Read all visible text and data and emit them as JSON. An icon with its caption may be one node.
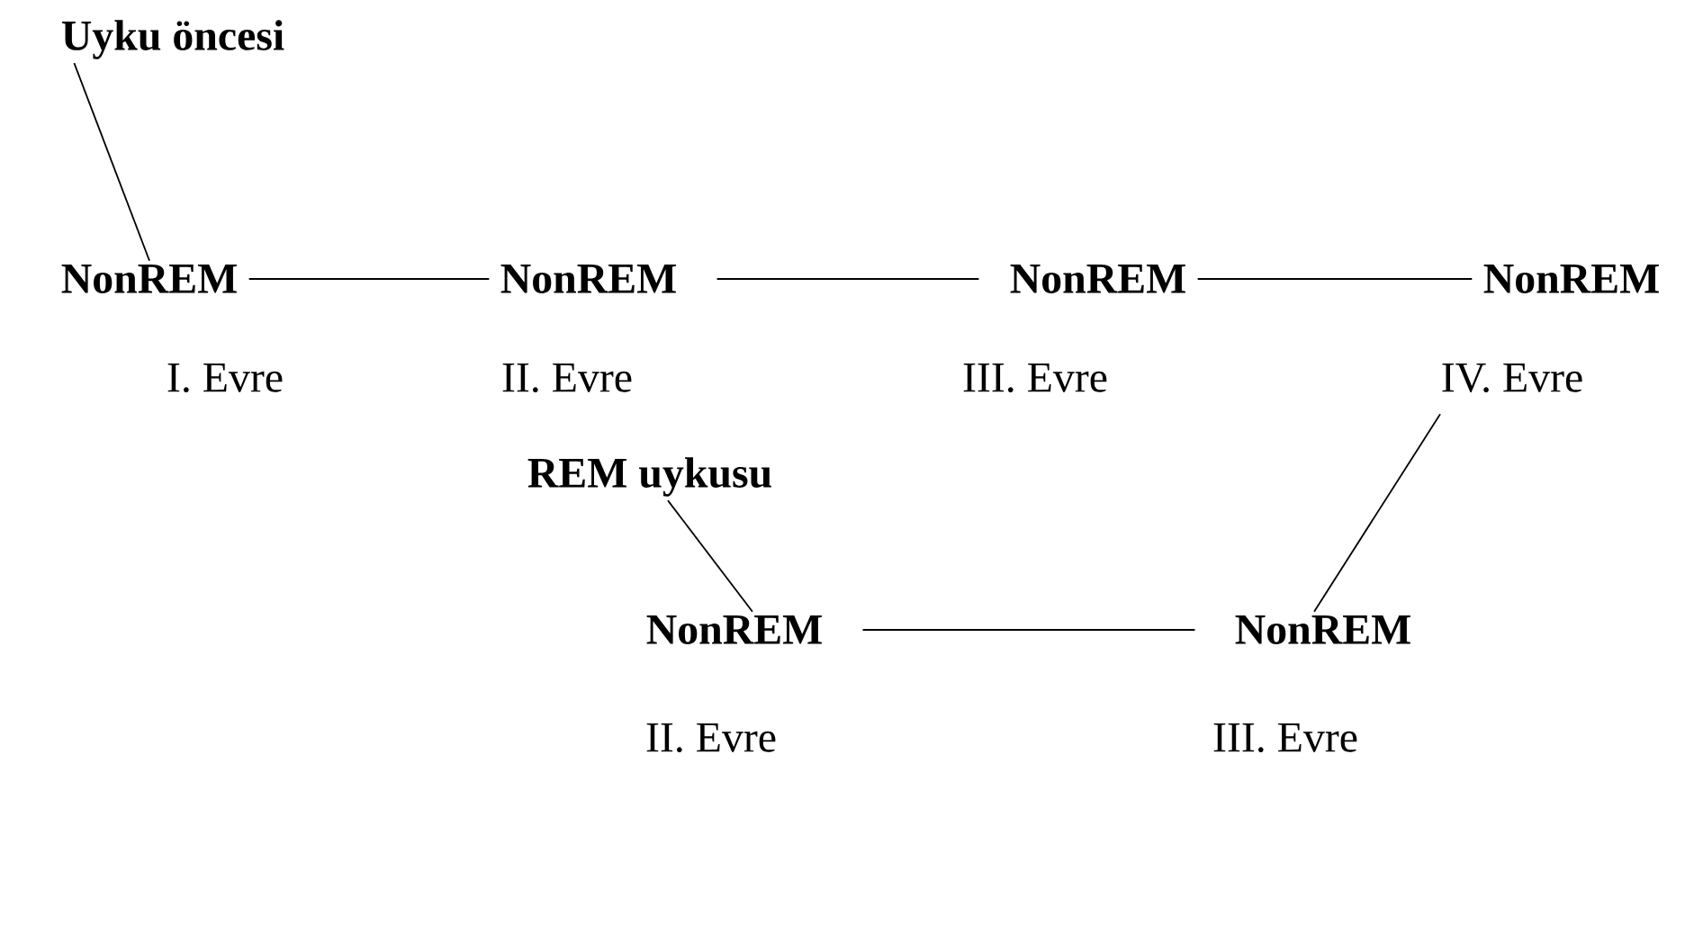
{
  "diagram": {
    "nodes": [
      {
        "text": [
          "Uyku öncesi"
        ]
      },
      {
        "text": [
          "NonREM"
        ],
        "beside": [
          "I. Evre"
        ]
      },
      {
        "text": [
          "NonREM"
        ],
        "beside": [
          "II. Evre"
        ]
      },
      {
        "text": [
          "NonREM"
        ],
        "beside": [
          "III. Evre"
        ]
      },
      {
        "text": [
          "NonREM"
        ],
        "beside": [
          "IV. Evre"
        ]
      },
      {
        "text": [
          "REM uykusu"
        ]
      },
      {
        "text": [
          "NonREM"
        ],
        "beside": [
          "II. Evre"
        ]
      },
      {
        "text": [
          "NonREM"
        ],
        "beside": [
          "III. Evre"
        ]
      }
    ],
    "edges": [
      {
        "from": 0,
        "to": 1,
        "arrow": "none"
      },
      {
        "from": 1,
        "to": 2,
        "arrow": "none"
      },
      {
        "from": 2,
        "to": 3,
        "arrow": "none"
      },
      {
        "from": 3,
        "to": 4,
        "arrow": "none"
      },
      {
        "from": 4,
        "to": 7,
        "arrow": "none"
      },
      {
        "from": 7,
        "to": 6,
        "arrow": "none"
      },
      {
        "from": 6,
        "to": 5,
        "arrow": "none"
      }
    ]
  }
}
